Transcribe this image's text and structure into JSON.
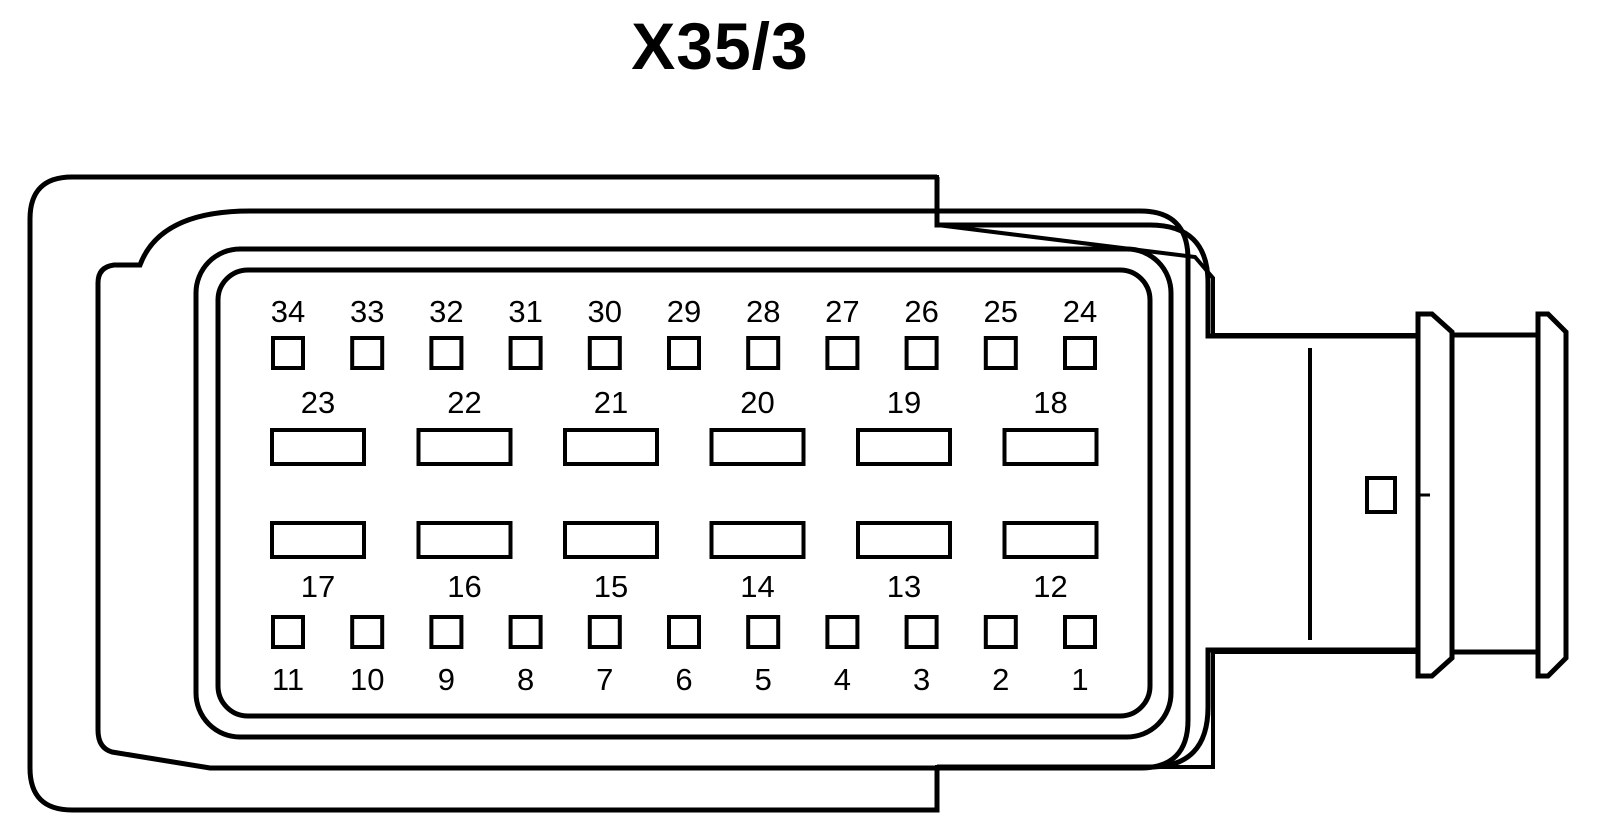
{
  "connector": {
    "title": "X35/3",
    "pins": {
      "top_row": [
        "34",
        "33",
        "32",
        "31",
        "30",
        "29",
        "28",
        "27",
        "26",
        "25",
        "24"
      ],
      "upper_wide_row": [
        "23",
        "22",
        "21",
        "20",
        "19",
        "18"
      ],
      "lower_wide_row": [
        "17",
        "16",
        "15",
        "14",
        "13",
        "12"
      ],
      "bottom_row": [
        "11",
        "10",
        "9",
        "8",
        "7",
        "6",
        "5",
        "4",
        "3",
        "2",
        "1"
      ]
    }
  }
}
